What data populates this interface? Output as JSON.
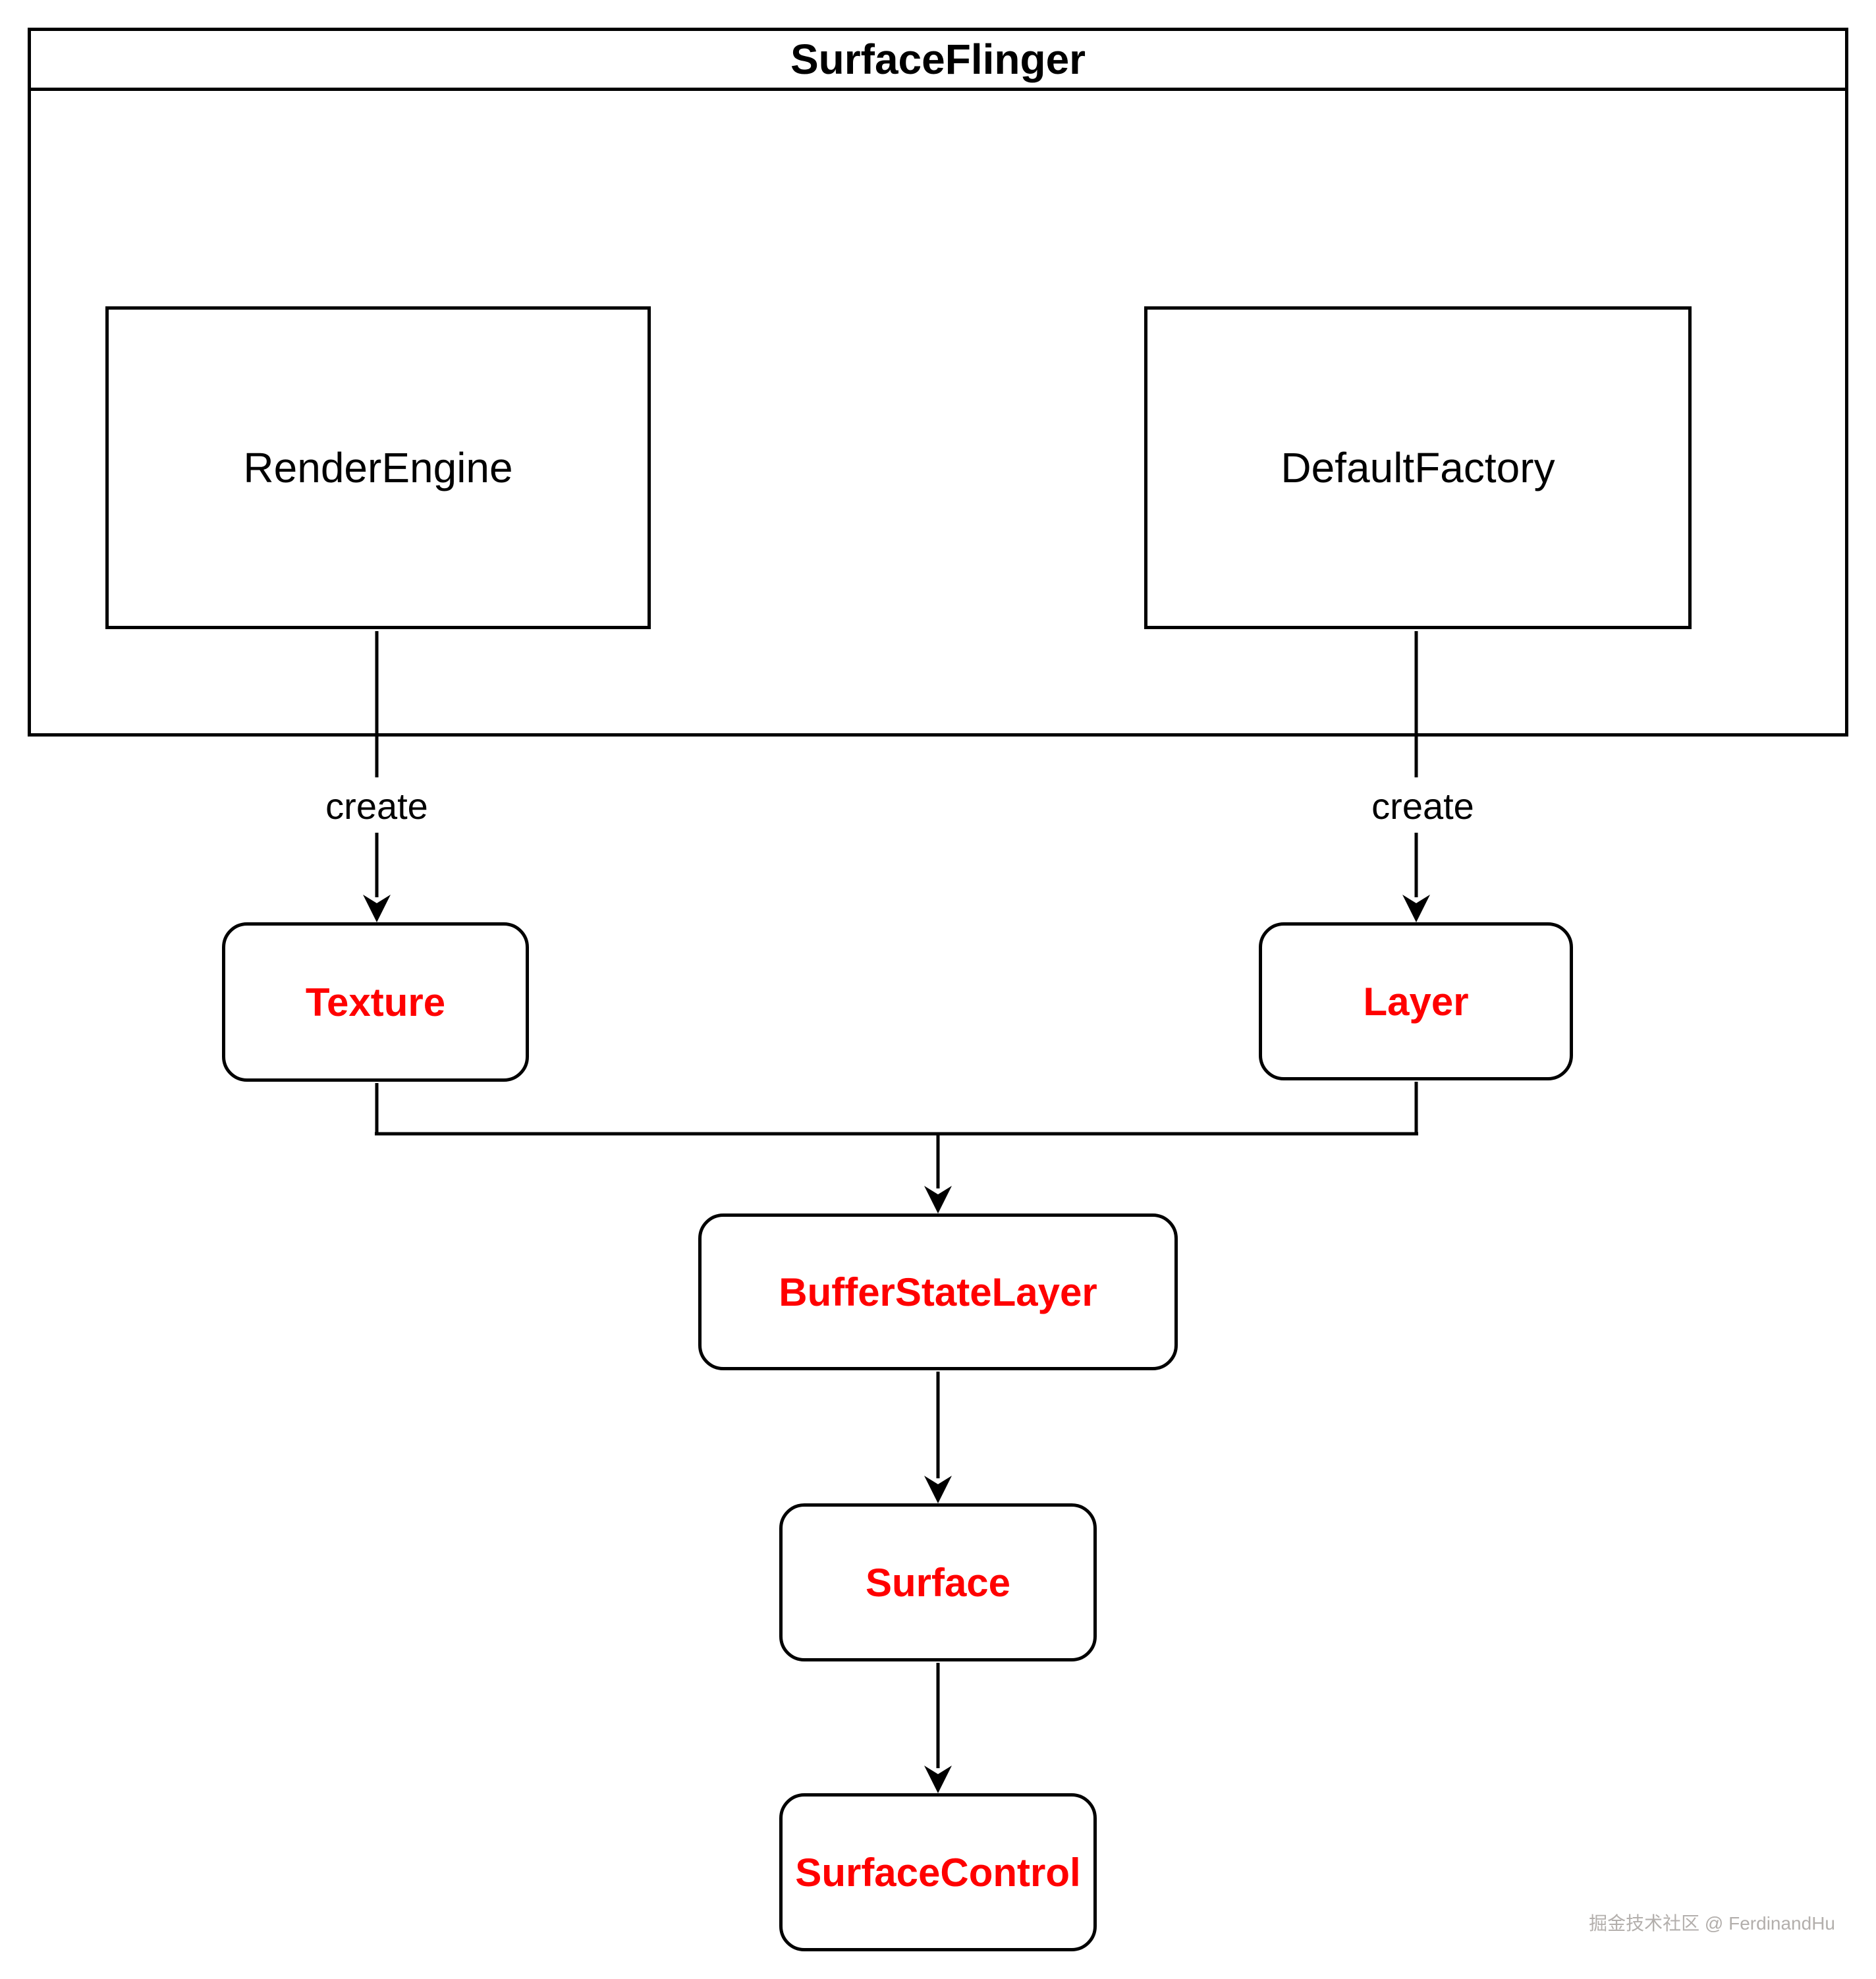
{
  "title": "SurfaceFlinger",
  "nodes": {
    "render_engine": "RenderEngine",
    "default_factory": "DefaultFactory",
    "texture": "Texture",
    "layer": "Layer",
    "buffer_state_layer": "BufferStateLayer",
    "surface": "Surface",
    "surface_control": "SurfaceControl"
  },
  "edge_labels": {
    "render_engine_to_texture": "create",
    "default_factory_to_layer": "create"
  },
  "colors": {
    "outline": "#000000",
    "plain_node_text": "#000000",
    "created_node_text": "#ff0000",
    "watermark_text": "#b3afac"
  },
  "watermark": "掘金技术社区 @ FerdinandHu"
}
